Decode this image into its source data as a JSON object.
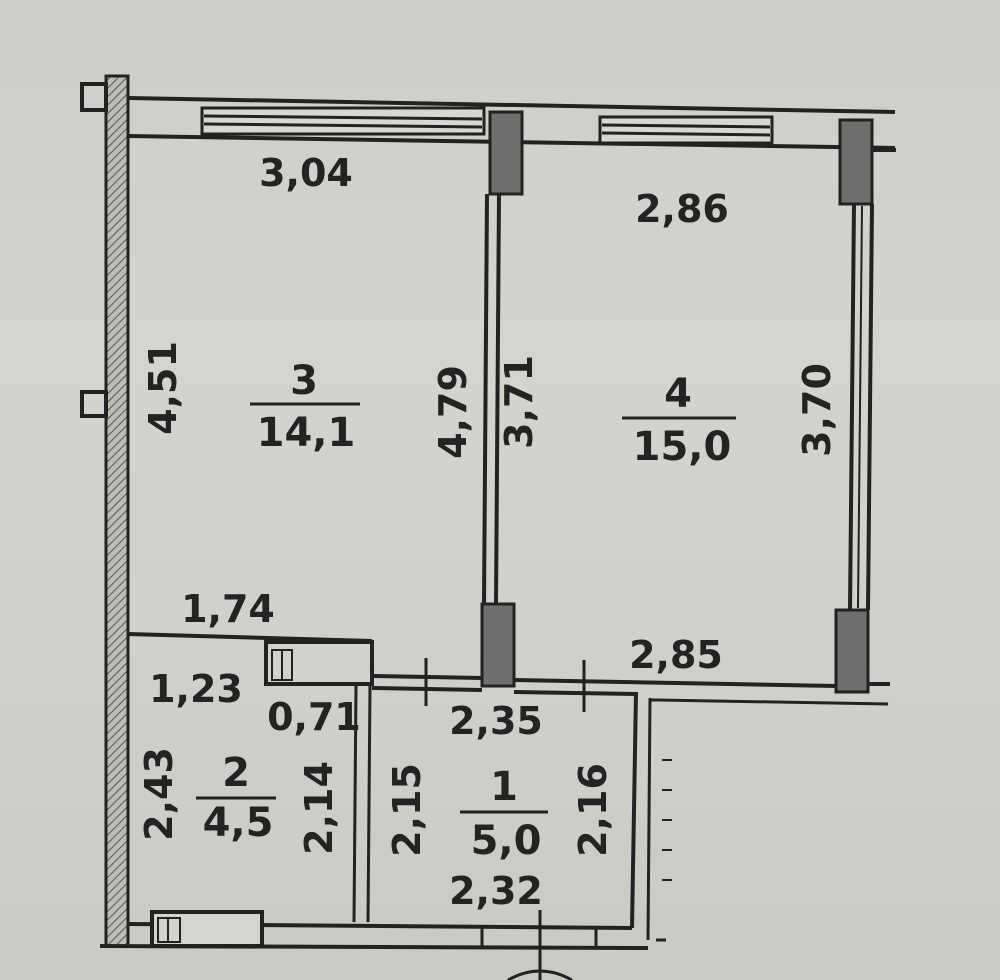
{
  "rooms": [
    {
      "number": "3",
      "area": "14,1"
    },
    {
      "number": "4",
      "area": "15,0"
    },
    {
      "number": "2",
      "area": "4,5"
    },
    {
      "number": "1",
      "area": "5,0"
    }
  ],
  "dimensions": {
    "d304": "3,04",
    "d286": "2,86",
    "d451": "4,51",
    "d479": "4,79",
    "d371": "3,71",
    "d370": "3,70",
    "d174": "1,74",
    "d285": "2,85",
    "d123": "1,23",
    "d071": "0,71",
    "d235": "2,35",
    "d243": "2,43",
    "d214": "2,14",
    "d215": "2,15",
    "d216": "2,16",
    "d232": "2,32"
  },
  "colors": {
    "background": "#cfd0cb",
    "line": "#222222",
    "column": "#6f6f6f"
  }
}
